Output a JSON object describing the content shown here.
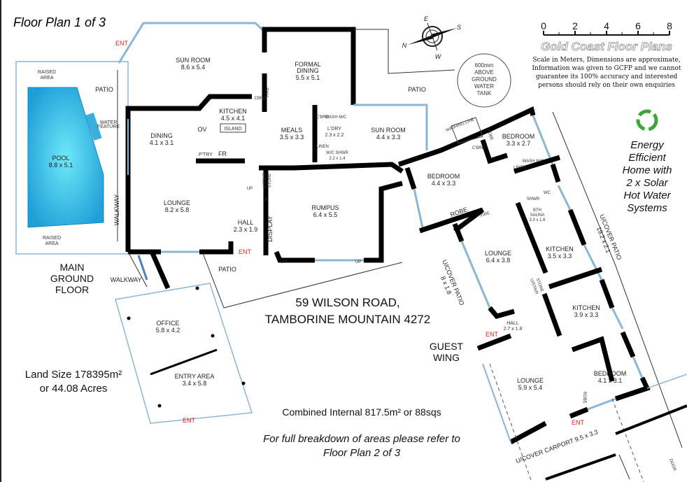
{
  "title": "Floor Plan 1 of 3",
  "scale": {
    "ticks": [
      "0",
      "2",
      "4",
      "6",
      "8"
    ],
    "unit_note": "Scale in Meters"
  },
  "brand": "Gold Coast Floor Plans",
  "disclaimer": [
    "Scale in Meters, Dimensions are approximate,",
    "Information was given to GCFP and we cannot",
    "guarantee its 100% accuracy and interested",
    "persons should rely on their own enquiries"
  ],
  "compass": {
    "n": "N",
    "e": "E",
    "s": "S",
    "w": "W"
  },
  "water_tank": [
    "600mm",
    "ABOVE",
    "GROUND",
    "WATER",
    "TANK"
  ],
  "energy": [
    "Energy",
    "Efficient",
    "Home with",
    "2 x Solar",
    "Hot Water",
    "Systems"
  ],
  "address": [
    "59 WILSON ROAD,",
    "TAMBORINE MOUNTAIN 4272"
  ],
  "land": [
    "Land Size 178395m²",
    "or 44.08 Acres"
  ],
  "combined": "Combined Internal 817.5m² or 88sqs",
  "breakdown": [
    "For full breakdown of areas please refer to",
    "Floor Plan 2 of 3"
  ],
  "main_floor": [
    "MAIN",
    "GROUND",
    "FLOOR"
  ],
  "guest_wing": [
    "GUEST",
    "WING"
  ],
  "rooms": {
    "sun_room_1": [
      "SUN ROOM",
      "8.6 x 5.4"
    ],
    "formal_dining": [
      "FORMAL",
      "DINING",
      "5.5 x 5.1"
    ],
    "kitchen_1": [
      "KITCHEN",
      "4.5 x 4.1"
    ],
    "island": "ISLAND",
    "oven": "OV",
    "dining": [
      "DINING",
      "4.1 x 3.1"
    ],
    "meals": [
      "MEALS",
      "3.5 x 3.3"
    ],
    "laundry": [
      "L'DRY",
      "2.3 x 2.2"
    ],
    "laundry_cbrd": "C'BRD",
    "laundry_wash": "WASH M/C",
    "linen_1": "LINEN",
    "shwr_1": [
      "W/C SHWR",
      "2.2 x 1.4"
    ],
    "sun_room_2": [
      "SUN ROOM",
      "4.4 x 3.3"
    ],
    "pantry": "P'TRY",
    "fridge": "FR",
    "fire_1": "FIRE",
    "cbrd_1": "CBRD",
    "lounge_1": [
      "LOUNGE",
      "8.2 x 5.8"
    ],
    "hall_1": [
      "HALL",
      "2.3 x 1.9"
    ],
    "ustair_store_1": [
      "U/STAIR",
      "STORE"
    ],
    "display": "DISPLAY",
    "rumpus": [
      "RUMPUS",
      "6.4 x 5.5"
    ],
    "pool": [
      "POOL",
      "8.8 x 5.1"
    ],
    "raised_area": [
      "RAISED",
      "AREA"
    ],
    "patio": "PATIO",
    "water_feature": [
      "WATER",
      "FEATURE"
    ],
    "walkway": "WALKWAY",
    "office": [
      "OFFICE",
      "5.8 x 4.2"
    ],
    "entry_area": [
      "ENTRY AREA",
      "3.4 x 5.8"
    ],
    "washing_line": "WASHING LINE",
    "bedroom_a": [
      "BEDROOM",
      "4.4 x 3.3"
    ],
    "bedroom_b": [
      "BEDROOM",
      "3.3 x 2.7"
    ],
    "robe": "ROBE",
    "cbrd_2": "C'BRD",
    "fire_2": "FIRE",
    "linen_2": "LINEN",
    "wash_2": "WASH M/C",
    "wc": "WC",
    "shwr_2": "SHWR",
    "bth_sauna": [
      "BTH",
      "SAUNA",
      "3.3 x 1.6"
    ],
    "lounge_2": [
      "LOUNGE",
      "6.4 x 3.8"
    ],
    "kitchen_2": [
      "KITCHEN",
      "3.5 x 3.3"
    ],
    "ustair_store_2": [
      "U/STAIR",
      "STORE"
    ],
    "kitchen_3": [
      "KITCHEN",
      "3.9 x 3.3"
    ],
    "hall_2": [
      "HALL",
      "2.7 x 1.8"
    ],
    "patio_8": [
      "U/COVER PATIO",
      "8 x 1.8"
    ],
    "patio_19": [
      "U/COVER PATIO",
      "19.2 x 2.1"
    ],
    "lounge_3": [
      "LOUNGE",
      "5.9 x 5.4"
    ],
    "bedroom_c": [
      "BEDROOM",
      "4.1 x 3.1"
    ],
    "carport": "U/COVER CARPORT 9.5 x 3.3",
    "door": "DOOR",
    "up": "UP",
    "ent": "ENT"
  },
  "colors": {
    "pool": "#38c3ee",
    "window": "#8bb6d6",
    "entry": "#dd2222",
    "eco": "#3aa63a"
  }
}
